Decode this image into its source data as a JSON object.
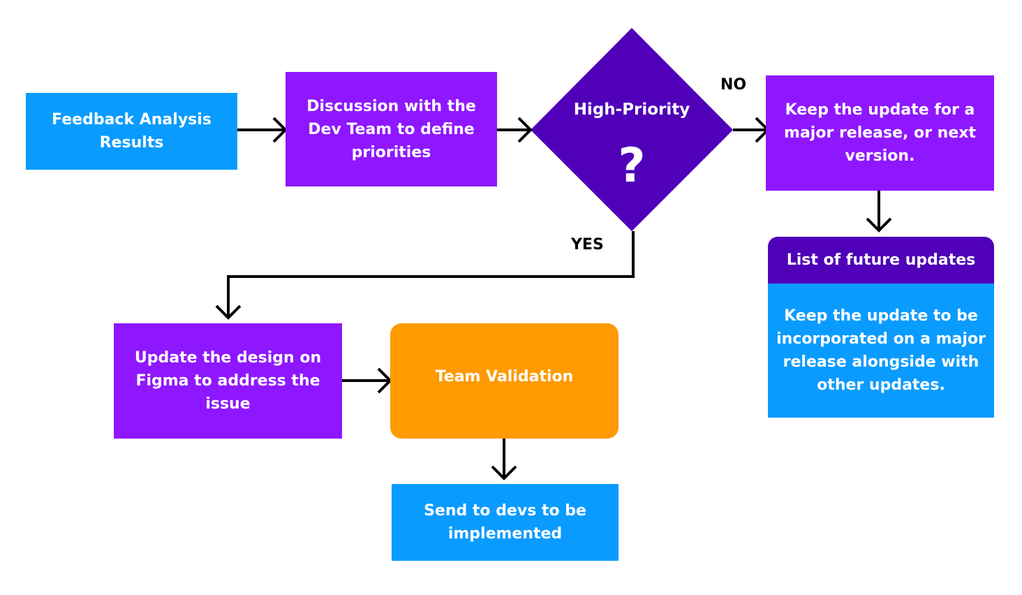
{
  "nodes": {
    "feedback": "Feedback Analysis Results",
    "discussion": "Discussion with the Dev Team to define priorities",
    "decision_title": "High-Priority",
    "decision_mark": "?",
    "keep_update": "Keep the update for a major release, or next version.",
    "future_list_title": "List of future updates",
    "future_list_body": "Keep the update to be incorporated on a major release alongside with other updates.",
    "update_figma": "Update the design on Figma to address the issue",
    "team_validation": "Team Validation",
    "send_devs": "Send to devs to be implemented"
  },
  "labels": {
    "no": "NO",
    "yes": "YES"
  },
  "colors": {
    "blue": "#0a9bff",
    "purple": "#8f17ff",
    "dark_purple": "#4f00b8",
    "orange": "#ff9a00",
    "arrow": "#000000"
  }
}
